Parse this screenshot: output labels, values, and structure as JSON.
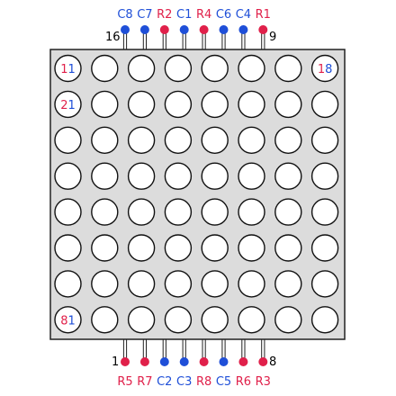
{
  "colors": {
    "row_pin": "#e0204a",
    "col_pin": "#1f4fd8",
    "body_fill": "#dcdcdc",
    "body_stroke": "#222222",
    "led_fill": "#ffffff",
    "led_stroke": "#111111",
    "lead": "#222222"
  },
  "top_pins": {
    "left_number": "16",
    "right_number": "9",
    "labels": [
      {
        "text": "C8",
        "type": "col"
      },
      {
        "text": "C7",
        "type": "col"
      },
      {
        "text": "R2",
        "type": "row"
      },
      {
        "text": "C1",
        "type": "col"
      },
      {
        "text": "R4",
        "type": "row"
      },
      {
        "text": "C6",
        "type": "col"
      },
      {
        "text": "C4",
        "type": "col"
      },
      {
        "text": "R1",
        "type": "row"
      }
    ]
  },
  "bottom_pins": {
    "left_number": "1",
    "right_number": "8",
    "labels": [
      {
        "text": "R5",
        "type": "row"
      },
      {
        "text": "R7",
        "type": "row"
      },
      {
        "text": "C2",
        "type": "col"
      },
      {
        "text": "C3",
        "type": "col"
      },
      {
        "text": "R8",
        "type": "row"
      },
      {
        "text": "C5",
        "type": "col"
      },
      {
        "text": "R6",
        "type": "row"
      },
      {
        "text": "R3",
        "type": "row"
      }
    ]
  },
  "matrix": {
    "rows": 8,
    "cols": 8,
    "labeled_cells": [
      {
        "row": 1,
        "col": 1,
        "first": "1",
        "second": "1"
      },
      {
        "row": 1,
        "col": 8,
        "first": "1",
        "second": "8"
      },
      {
        "row": 2,
        "col": 1,
        "first": "2",
        "second": "1"
      },
      {
        "row": 8,
        "col": 1,
        "first": "8",
        "second": "1"
      }
    ]
  }
}
